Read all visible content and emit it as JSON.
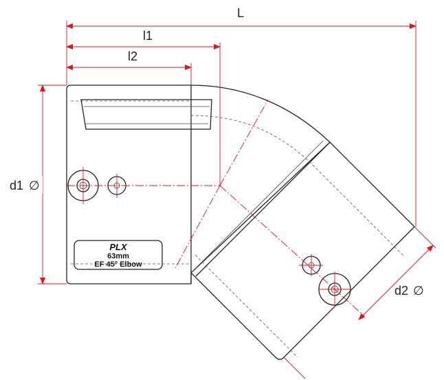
{
  "dimensions": {
    "L": "L",
    "l1": "l1",
    "l2": "l2",
    "d1": "d1",
    "d2": "d2",
    "diameter_symbol": "∅"
  },
  "product_label": {
    "brand": "PLX",
    "size": "63mm",
    "description": "EF 45° Elbow"
  },
  "colors": {
    "dimension_lines": "#e0141e",
    "outline": "#222222",
    "background": "#ffffff"
  }
}
